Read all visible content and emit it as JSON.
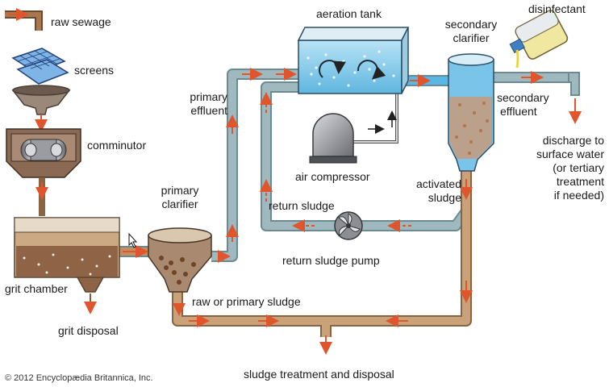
{
  "labels": {
    "raw_sewage": "raw sewage",
    "screens": "screens",
    "comminutor": "comminutor",
    "grit_chamber": "grit chamber",
    "grit_disposal": "grit disposal",
    "primary_clarifier": [
      "primary",
      "clarifier"
    ],
    "primary_effluent": [
      "primary",
      "effluent"
    ],
    "aeration_tank": "aeration tank",
    "air_compressor": "air compressor",
    "return_sludge": "return sludge",
    "return_sludge_pump": "return sludge pump",
    "secondary_clarifier": [
      "secondary",
      "clarifier"
    ],
    "disinfectant": "disinfectant",
    "secondary_effluent": [
      "secondary",
      "effluent"
    ],
    "discharge": [
      "discharge to",
      "surface water",
      "(or tertiary",
      "treatment",
      "if needed)"
    ],
    "activated_sludge": [
      "activated",
      "sludge"
    ],
    "raw_or_primary_sludge": "raw or primary sludge",
    "sludge_treatment": "sludge treatment and disposal"
  },
  "copyright": "© 2012 Encyclopædia Britannica, Inc.",
  "colors": {
    "pipe_fill": "#9fb9bf",
    "pipe_edge": "#6b8a91",
    "sludge_pipe": "#c9a27a",
    "sludge_edge": "#8a6440",
    "water": "#8fd0ee",
    "sludge": "#a87652",
    "arrow": "#e0552b",
    "machine": "#7d7f84"
  }
}
